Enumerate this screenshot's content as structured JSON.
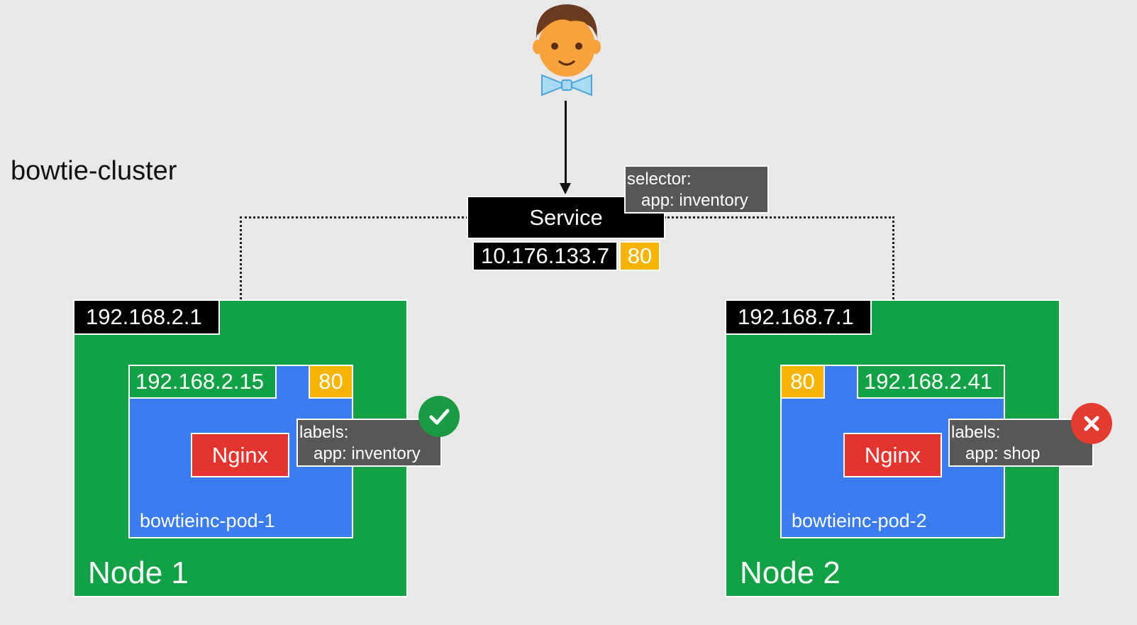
{
  "cluster_name": "bowtie-cluster",
  "service": {
    "label": "Service",
    "ip": "10.176.133.7",
    "port": "80",
    "selector_text": "selector:\n   app: inventory"
  },
  "nodes": [
    {
      "label": "Node 1",
      "ip": "192.168.2.1",
      "pod": {
        "name": "bowtieinc-pod-1",
        "ip": "192.168.2.15",
        "port": "80",
        "container": "Nginx",
        "labels_text": "labels:\n   app: inventory",
        "match": true
      }
    },
    {
      "label": "Node 2",
      "ip": "192.168.7.1",
      "pod": {
        "name": "bowtieinc-pod-2",
        "ip": "192.168.2.41",
        "port": "80",
        "container": "Nginx",
        "labels_text": "labels:\n   app: shop",
        "match": false
      }
    }
  ],
  "icons": {
    "user": "user-avatar-icon",
    "match": "checkmark-icon",
    "mismatch": "x-mark-icon"
  },
  "colors": {
    "node_bg": "#12a144",
    "pod_bg": "#3b7cf0",
    "port_bg": "#f5b400",
    "container_bg": "#e3342f",
    "note_bg": "#575757",
    "match_badge": "#1a9a43",
    "mismatch_badge": "#e53a30"
  }
}
